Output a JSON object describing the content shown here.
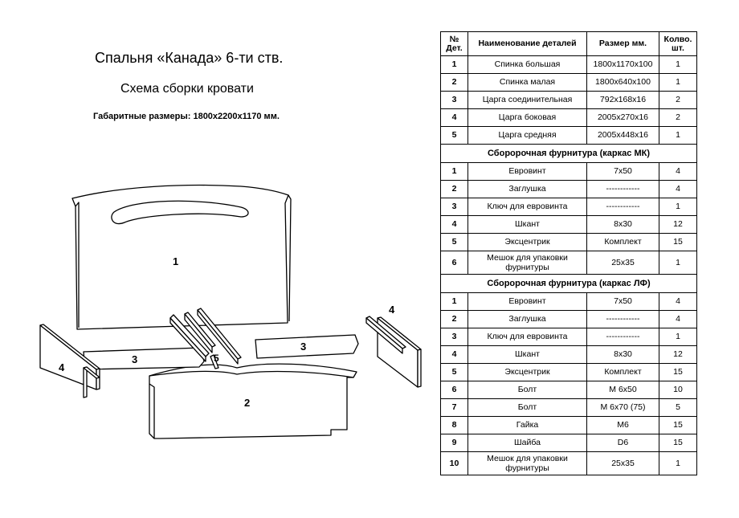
{
  "header": {
    "title": "Спальня  «Канада» 6-ти ств.",
    "subtitle": "Схема сборки кровати",
    "dimensions": "Габаритные размеры: 1800x2200x1170  мм."
  },
  "drawing": {
    "labels": [
      "1",
      "2",
      "3",
      "3",
      "4",
      "4",
      "5"
    ]
  },
  "table": {
    "headers": {
      "num": "№ Дет.",
      "name": "Наименование деталей",
      "size": "Размер мм.",
      "qty": "Колво. шт."
    },
    "parts": [
      {
        "num": "1",
        "name": "Спинка большая",
        "size": "1800x1170x100",
        "qty": "1"
      },
      {
        "num": "2",
        "name": "Спинка малая",
        "size": "1800x640x100",
        "qty": "1"
      },
      {
        "num": "3",
        "name": "Царга соединительная",
        "size": "792x168x16",
        "qty": "2"
      },
      {
        "num": "4",
        "name": "Царга боковая",
        "size": "2005x270x16",
        "qty": "2"
      },
      {
        "num": "5",
        "name": "Царга средняя",
        "size": "2005x448x16",
        "qty": "1"
      }
    ],
    "section_mk": "Сборорочная фурнитура (каркас МК)",
    "hardware_mk": [
      {
        "num": "1",
        "name": "Евровинт",
        "size": "7x50",
        "qty": "4"
      },
      {
        "num": "2",
        "name": "Заглушка",
        "size": "------------",
        "qty": "4"
      },
      {
        "num": "3",
        "name": "Ключ для евровинта",
        "size": "------------",
        "qty": "1"
      },
      {
        "num": "4",
        "name": "Шкант",
        "size": "8x30",
        "qty": "12"
      },
      {
        "num": "5",
        "name": "Эксцентрик",
        "size": "Комплект",
        "qty": "15"
      },
      {
        "num": "6",
        "name": "Мешок для упаковки фурнитуры",
        "size": "25x35",
        "qty": "1"
      }
    ],
    "section_lf": "Сборорочная фурнитура (каркас ЛФ)",
    "hardware_lf": [
      {
        "num": "1",
        "name": "Евровинт",
        "size": "7x50",
        "qty": "4"
      },
      {
        "num": "2",
        "name": "Заглушка",
        "size": "------------",
        "qty": "4"
      },
      {
        "num": "3",
        "name": "Ключ для евровинта",
        "size": "------------",
        "qty": "1"
      },
      {
        "num": "4",
        "name": "Шкант",
        "size": "8x30",
        "qty": "12"
      },
      {
        "num": "5",
        "name": "Эксцентрик",
        "size": "Комплект",
        "qty": "15"
      },
      {
        "num": "6",
        "name": "Болт",
        "size": "M 6x50",
        "qty": "10"
      },
      {
        "num": "7",
        "name": "Болт",
        "size": "M 6x70 (75)",
        "qty": "5"
      },
      {
        "num": "8",
        "name": "Гайка",
        "size": "M6",
        "qty": "15"
      },
      {
        "num": "9",
        "name": "Шайба",
        "size": "D6",
        "qty": "15"
      },
      {
        "num": "10",
        "name": "Мешок для упаковки фурнитуры",
        "size": "25x35",
        "qty": "1"
      }
    ]
  }
}
